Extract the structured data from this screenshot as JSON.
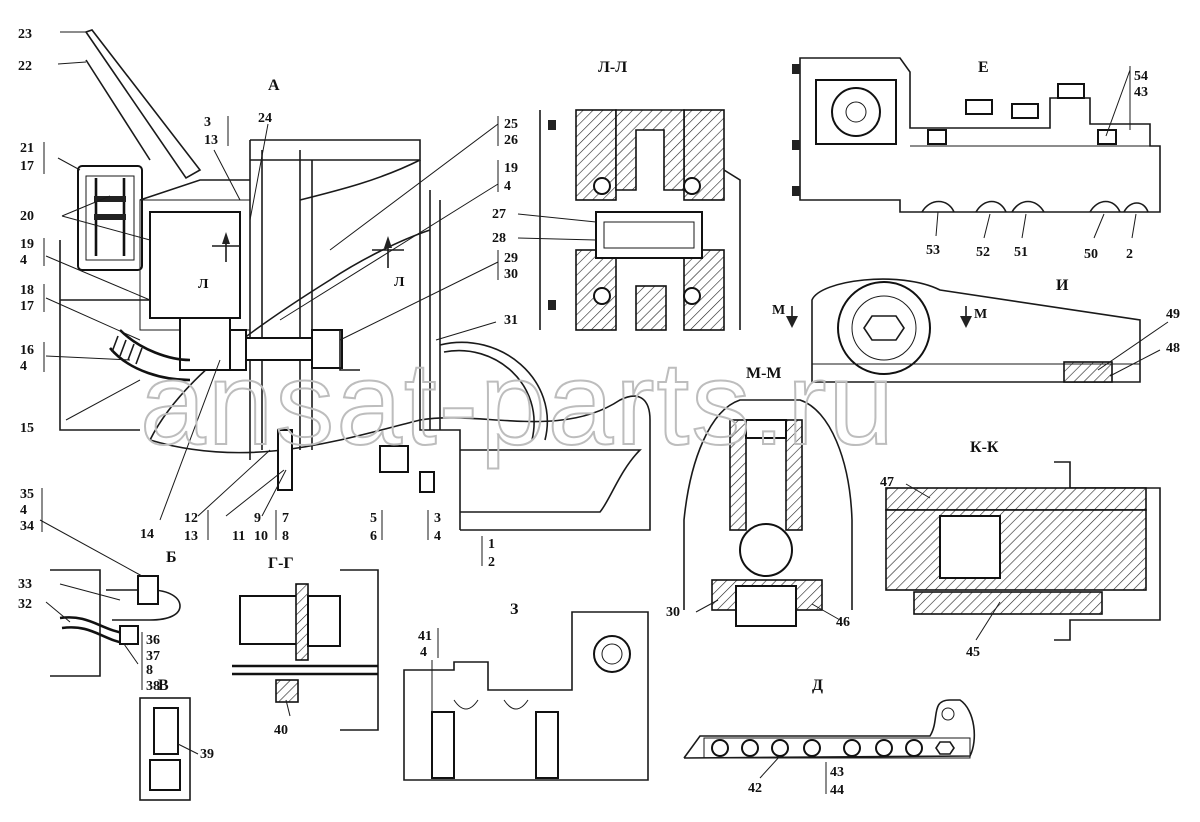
{
  "watermark": "ansat-parts.ru",
  "views": {
    "A": "А",
    "LL": "Л-Л",
    "E": "Е",
    "I": "И",
    "MM": "М-М",
    "KK": "К-К",
    "B": "Б",
    "V": "В",
    "GG": "Г-Г",
    "Z": "З",
    "D": "Д"
  },
  "section_marks": {
    "L1": "Л",
    "L2": "Л",
    "M1": "М",
    "M2": "М"
  },
  "callouts": {
    "c23": "23",
    "c22": "22",
    "c21": "21",
    "c17a": "17",
    "c20": "20",
    "c19a": "19",
    "c4a": "4",
    "c18": "18",
    "c17b": "17",
    "c16": "16",
    "c4b": "4",
    "c15": "15",
    "c14": "14",
    "c3": "3",
    "c13a": "13",
    "c24": "24",
    "c25": "25",
    "c26": "26",
    "c19b": "19",
    "c4c": "4",
    "c29": "29",
    "c30a": "30",
    "c31": "31",
    "c12": "12",
    "c13b": "13",
    "c11": "11",
    "c9": "9",
    "c10": "10",
    "c7": "7",
    "c8a": "8",
    "c5": "5",
    "c6": "6",
    "c13c": "3",
    "c4d": "4",
    "c1": "1",
    "c2a": "2",
    "c27": "27",
    "c28": "28",
    "c54": "54",
    "c43a": "43",
    "c53": "53",
    "c52": "52",
    "c51": "51",
    "c50": "50",
    "c2b": "2",
    "c49": "49",
    "c48": "48",
    "c47": "47",
    "c45": "45",
    "c30b": "30",
    "c46": "46",
    "c35": "35",
    "c4e": "4",
    "c34": "34",
    "c33": "33",
    "c32": "32",
    "c36": "36",
    "c37": "37",
    "c8b": "8",
    "c38": "38",
    "c39": "39",
    "c40": "40",
    "c41": "41",
    "c4f": "4",
    "c42": "42",
    "c43b": "43",
    "c44": "44"
  }
}
